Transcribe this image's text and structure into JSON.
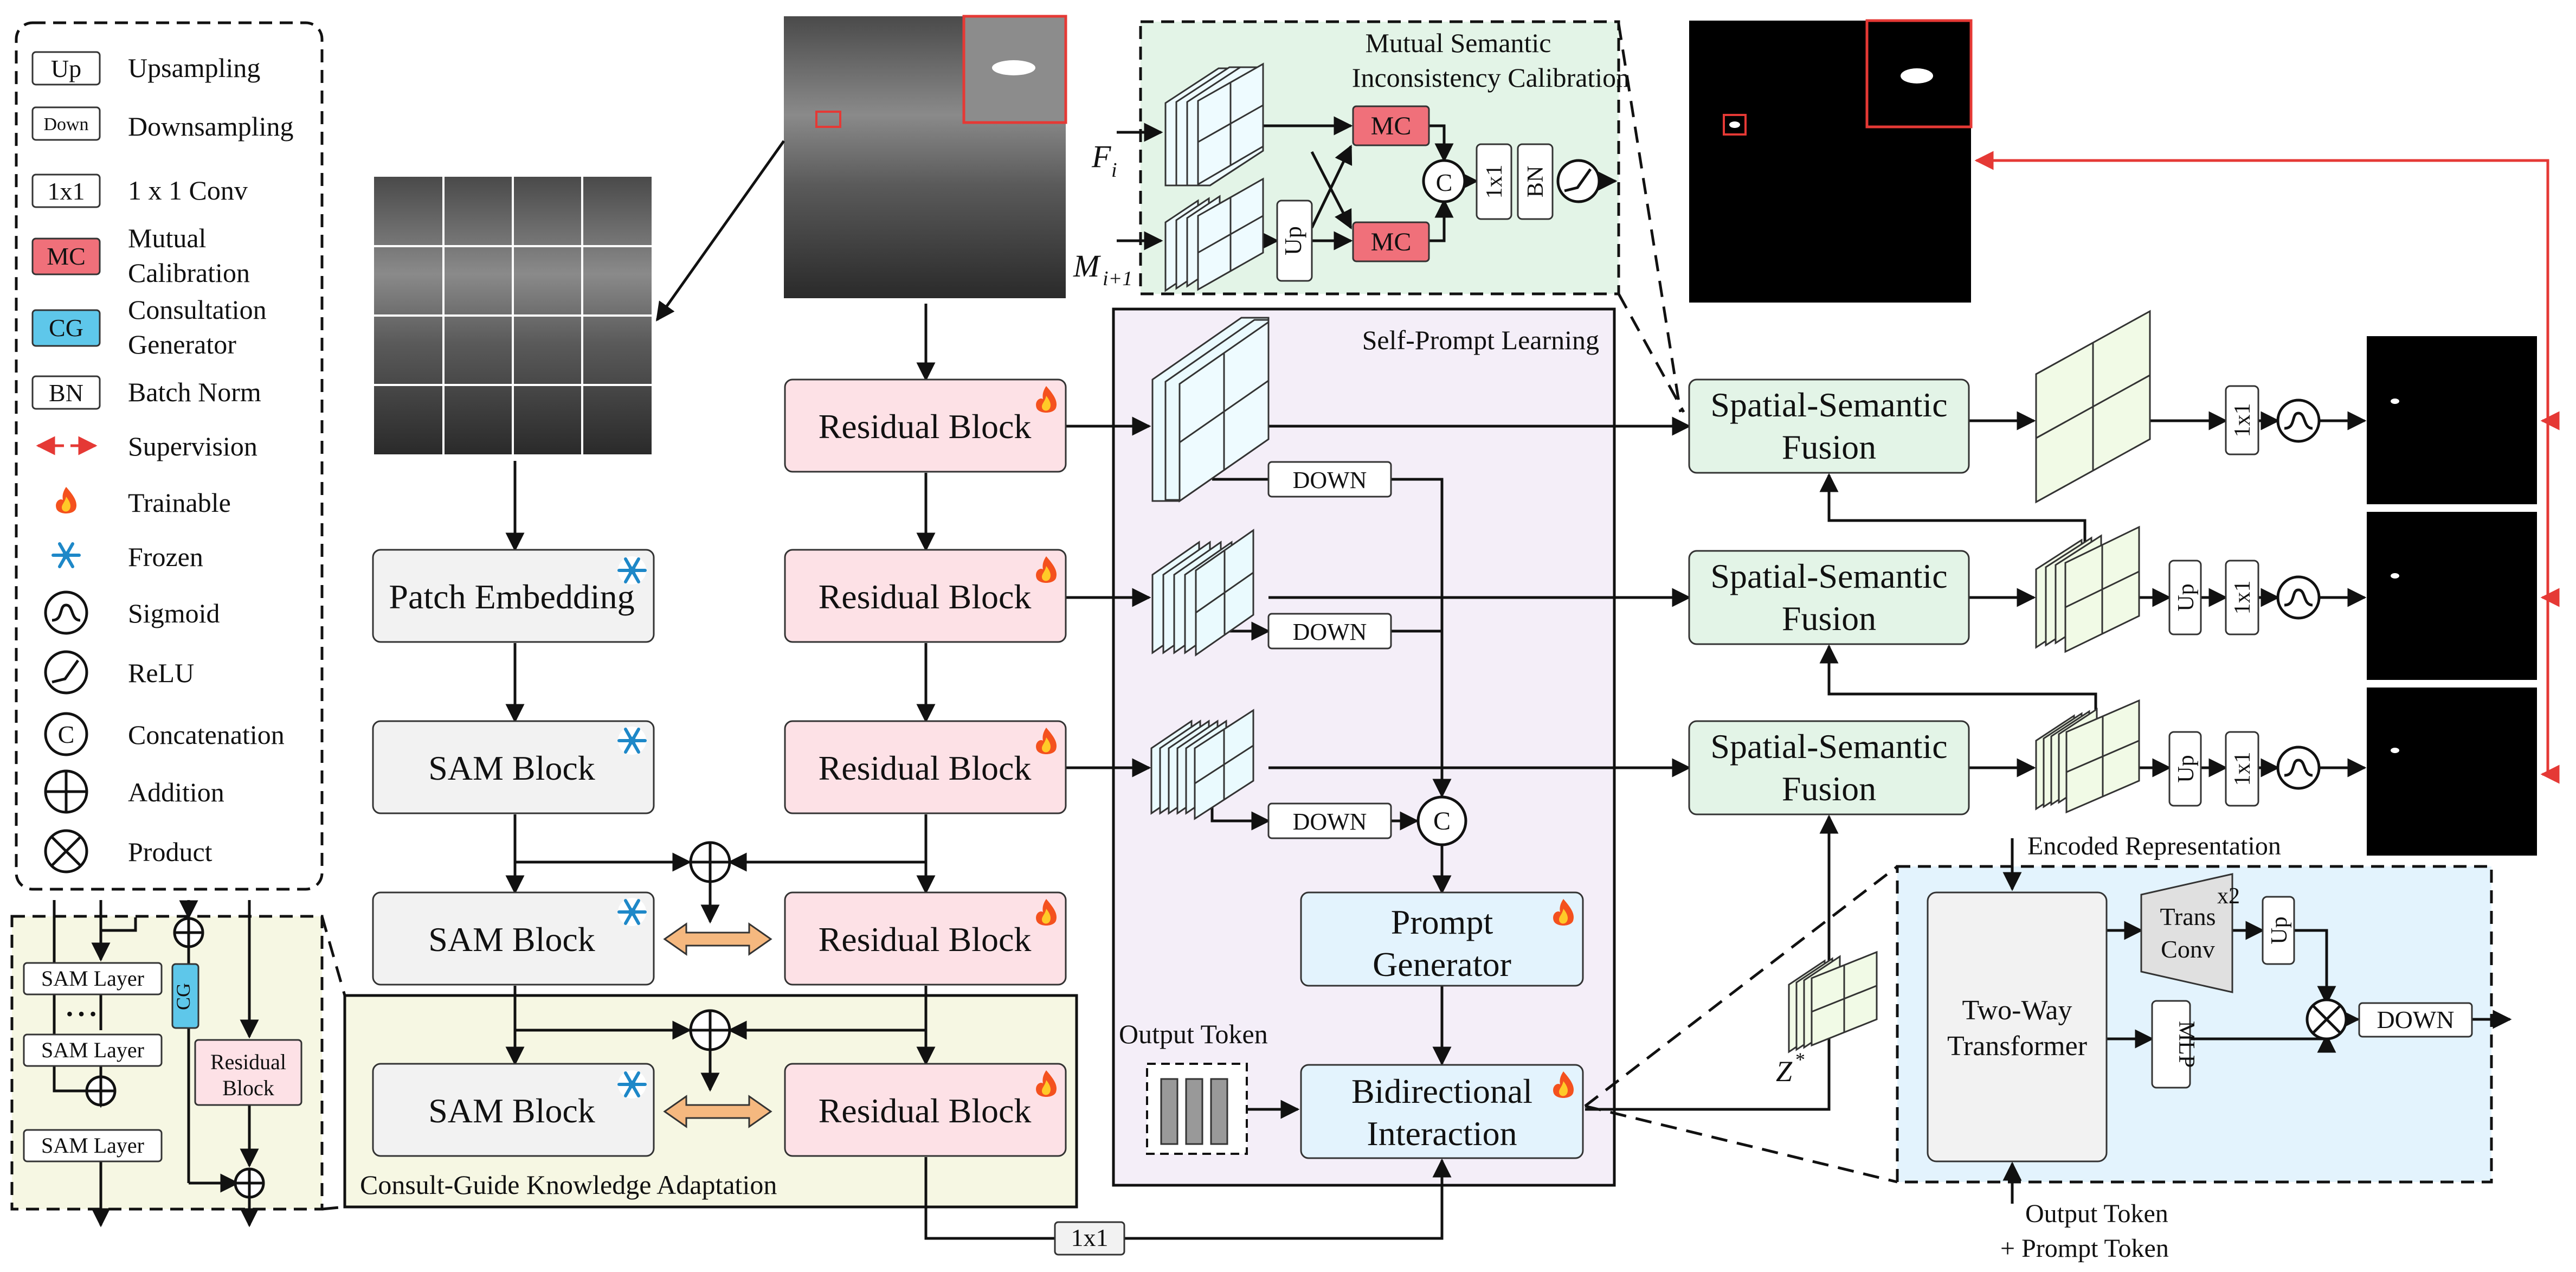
{
  "legend": {
    "items": [
      {
        "glyph": "Up",
        "label": "Upsampling"
      },
      {
        "glyph": "Down",
        "label": "Downsampling"
      },
      {
        "glyph": "1x1",
        "label": "1 x 1 Conv"
      },
      {
        "glyph": "MC",
        "label": "Mutual",
        "label2": "Calibration"
      },
      {
        "glyph": "CG",
        "label": "Consultation",
        "label2": "Generator"
      },
      {
        "glyph": "BN",
        "label": "Batch Norm"
      },
      {
        "glyph": "",
        "label": "Supervision"
      },
      {
        "glyph": "",
        "label": "Trainable"
      },
      {
        "glyph": "",
        "label": "Frozen"
      },
      {
        "glyph": "",
        "label": "Sigmoid"
      },
      {
        "glyph": "",
        "label": "ReLU"
      },
      {
        "glyph": "C",
        "label": "Concatenation"
      },
      {
        "glyph": "",
        "label": "Addition"
      },
      {
        "glyph": "",
        "label": "Product"
      }
    ]
  },
  "sam_branch": {
    "patch_embedding": "Patch Embedding",
    "sam_block": "SAM Block"
  },
  "res_branch": {
    "residual_block": "Residual Block",
    "conv_1x1": "1x1"
  },
  "cgka": {
    "title": "Consult-Guide Knowledge Adaptation"
  },
  "inset_left": {
    "sam_layer": "SAM Layer",
    "dots": "• • •",
    "cg": "CG",
    "residual_block_line1": "Residual",
    "residual_block_line2": "Block"
  },
  "msic": {
    "title_line1": "Mutual Semantic",
    "title_line2": "Inconsistency Calibration",
    "input_f": "F",
    "input_f_sub": "i",
    "input_m": "M",
    "input_m_sub": "i+1",
    "up": "Up",
    "mc": "MC",
    "c": "C",
    "conv": "1x1",
    "bn": "BN"
  },
  "spl": {
    "title": "Self-Prompt Learning",
    "down": "DOWN",
    "c": "C",
    "prompt_generator_line1": "Prompt",
    "prompt_generator_line2": "Generator",
    "output_token": "Output Token",
    "bidirectional_line1": "Bidirectional",
    "bidirectional_line2": "Interaction"
  },
  "fusion": {
    "line1": "Spatial-Semantic",
    "line2": "Fusion",
    "up": "Up",
    "conv": "1x1"
  },
  "z_label": "Z",
  "z_sup": "*",
  "inset_right": {
    "encoded_representation": "Encoded Representation",
    "two_way_line1": "Two-Way",
    "two_way_line2": "Transformer",
    "trans_conv_line1": "Trans",
    "trans_conv_line2": "Conv",
    "x2": "x2",
    "up": "Up",
    "mlp": "MLP",
    "down": "DOWN",
    "bottom_line1": "Output Token",
    "bottom_line2": "+ Prompt Token"
  },
  "colors": {
    "pink": "#fde1e6",
    "gray": "#f2f2f2",
    "green": "#e3f4e7",
    "blue": "#e3f3fd",
    "purple": "#f4eef8",
    "yellow": "#f6f7e3",
    "mc_red": "#f0707a",
    "cg_blue": "#5ec7ea",
    "arrow_orange": "#f5b87f",
    "supervision_red": "#e53935"
  }
}
